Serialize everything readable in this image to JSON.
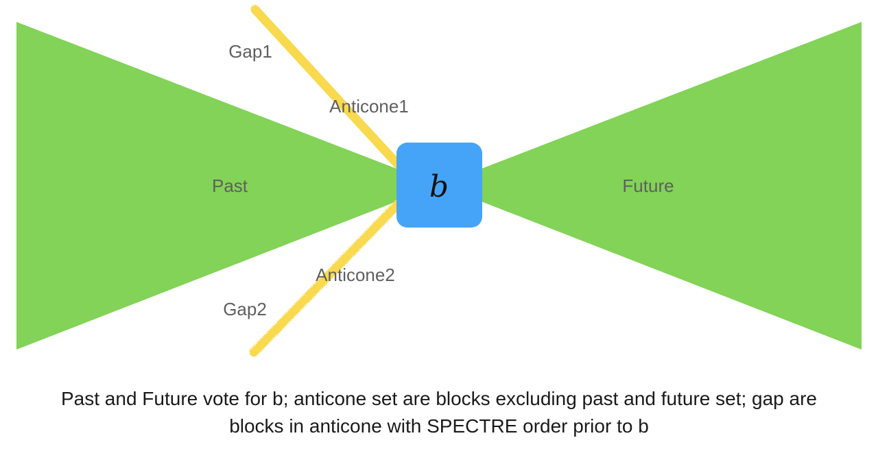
{
  "colors": {
    "cone": "#82d357",
    "block": "#45a4f8",
    "anticone": "#f9d94e",
    "label": "#5f5f5f",
    "caption": "#1a1a1a"
  },
  "diagram": {
    "block_label": "b",
    "past_label": "Past",
    "future_label": "Future",
    "gap1_label": "Gap1",
    "anticone1_label": "Anticone1",
    "anticone2_label": "Anticone2",
    "gap2_label": "Gap2"
  },
  "caption": {
    "line1": "Past and Future vote for b; anticone set are blocks excluding past and future set; gap are",
    "line2": "blocks in anticone with SPECTRE order prior to b"
  }
}
